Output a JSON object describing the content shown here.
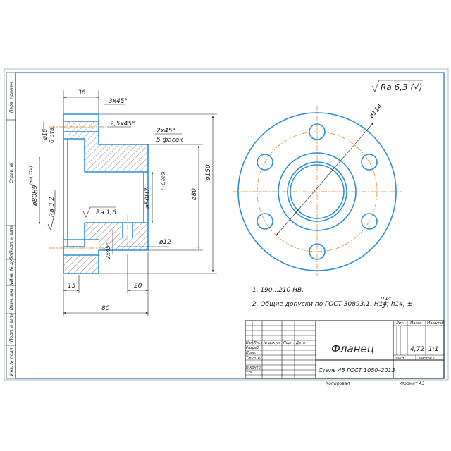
{
  "colors": {
    "contour": "#2a8fd8",
    "frame": "#1f6fb5",
    "axis": "#e07a1a",
    "line": "#1a1a1a"
  },
  "roughness_general": "Ra 6,3 (√)",
  "side_stamps": [
    "Перв. примен.",
    "Справ. №",
    "Подп. и дата",
    "Инв. № дубл.",
    "Взам. инв. №",
    "Подп. и дата",
    "Инв. № подл."
  ],
  "section_view": {
    "dims": {
      "d36": "36",
      "chamfer_top": "3x45°",
      "chamfer_mid": "2,5x45°",
      "chamfer_5": "2x45°",
      "chamfer_5_note": "5 фасок",
      "d16": "ø16",
      "d16_note": "6 отв.",
      "d80h9": "ø80H9",
      "d80h9_tol": "(+0,074)",
      "ra32": "Ra 3,2",
      "d50h7": "ø50H7",
      "d50h7_tol": "(+0,025)",
      "d80": "ø80",
      "d150": "ø150",
      "ra16": "Ra 1,6",
      "chamfer_small": "2x45°",
      "d12": "ø12",
      "d15": "15",
      "d20": "20",
      "d80_len": "80"
    }
  },
  "front_view": {
    "pcd": "ø114"
  },
  "notes": [
    "1. 190...210 HB.",
    "2. Общие допуски по ГОСТ 30893.1: H14, h14, ±",
    "IT14",
    "2"
  ],
  "title_block": {
    "name": "Фланец",
    "material": "Сталь 45  ГОСТ 1050–2013",
    "headers": {
      "lit": "Лит.",
      "mass": "Масса",
      "scale": "Масштаб"
    },
    "mass": "4,72",
    "scale": "1:1",
    "sheet": "Лист",
    "sheets": "Листов  1",
    "rows": [
      "Изм.",
      "Лист",
      "№ докум.",
      "Подп.",
      "Дата"
    ],
    "roles": [
      "Разраб.",
      "Пров.",
      "Т.контр.",
      "",
      "Н.контр.",
      "Утв."
    ],
    "copied": "Копировал",
    "format": "Формат  A3"
  }
}
